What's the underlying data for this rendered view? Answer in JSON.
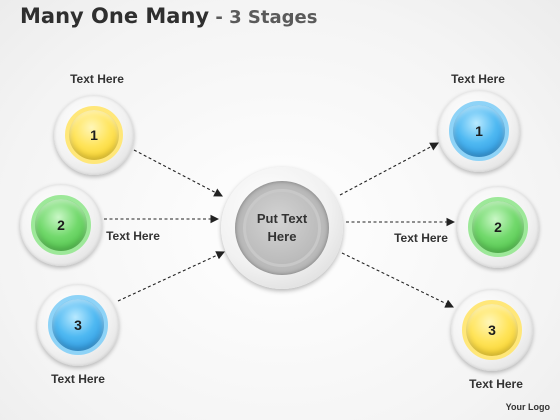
{
  "title": {
    "main": "Many One Many",
    "sub": " - 3 Stages"
  },
  "hub": {
    "text": "Put Text Here"
  },
  "left_nodes": [
    {
      "number": "1",
      "color": "yellow",
      "label": "Text Here"
    },
    {
      "number": "2",
      "color": "green",
      "label": "Text Here"
    },
    {
      "number": "3",
      "color": "blue",
      "label": "Text Here"
    }
  ],
  "right_nodes": [
    {
      "number": "1",
      "color": "blue",
      "label": "Text Here"
    },
    {
      "number": "2",
      "color": "green",
      "label": "Text Here"
    },
    {
      "number": "3",
      "color": "yellow",
      "label": "Text Here"
    }
  ],
  "logo": "Your Logo",
  "colors": {
    "yellow": "#ffe45a",
    "green": "#72d96c",
    "blue": "#4fb9f2",
    "hub": "#bcbcbc"
  }
}
